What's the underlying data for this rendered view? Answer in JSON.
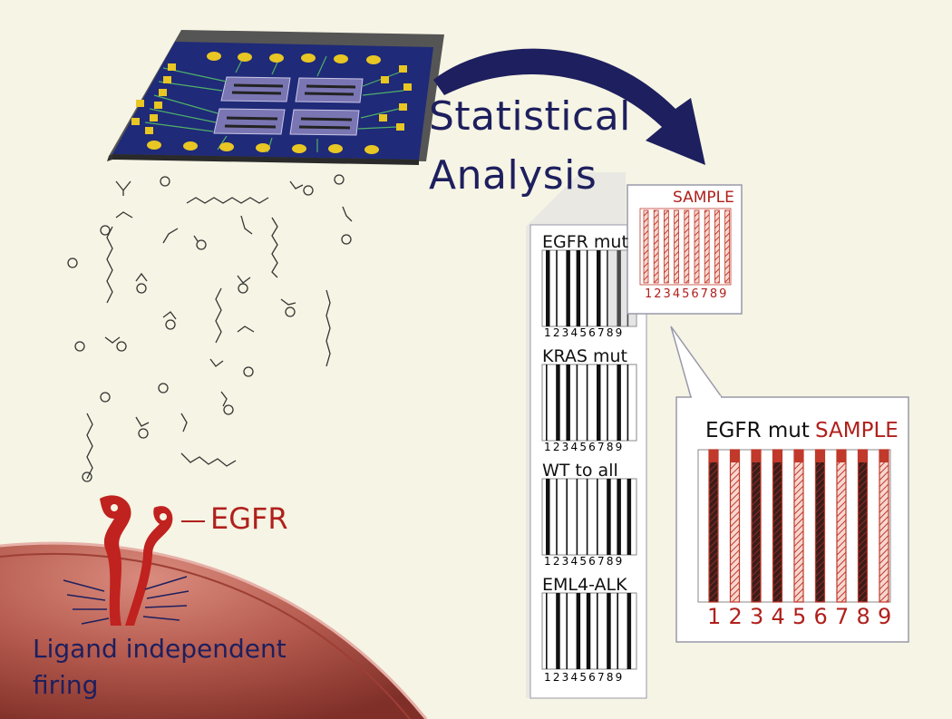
{
  "header": {
    "analysis_line1": "Statistical",
    "analysis_line2": "Analysis"
  },
  "receptor": {
    "label": "EGFR",
    "cell_caption_line1": "Ligand independent",
    "cell_caption_line2": "firing"
  },
  "sample_barcode": {
    "title": "SAMPLE",
    "numbers": "123456789",
    "color": "#c0392b"
  },
  "reference_barcodes": [
    {
      "label": "EGFR mut",
      "numbers": "123456789",
      "bars": [
        1,
        0,
        1,
        1,
        0,
        1,
        0,
        1,
        0
      ]
    },
    {
      "label": "KRAS mut",
      "numbers": "123456789",
      "bars": [
        0,
        1,
        1,
        0,
        0,
        1,
        0,
        1,
        0
      ]
    },
    {
      "label": "WT to all",
      "numbers": "123456789",
      "bars": [
        1,
        0,
        0,
        0,
        0,
        0,
        1,
        1,
        1
      ]
    },
    {
      "label": "EML4-ALK",
      "numbers": "123456789",
      "bars": [
        0,
        1,
        0,
        1,
        1,
        0,
        1,
        0,
        1
      ]
    }
  ],
  "comparison": {
    "label_reference": "EGFR mut",
    "label_sample": "SAMPLE",
    "numbers": [
      "1",
      "2",
      "3",
      "4",
      "5",
      "6",
      "7",
      "8",
      "9"
    ]
  },
  "colors": {
    "background": "#f6f4e4",
    "navy": "#1d1f5e",
    "red": "#b0201c",
    "chip": "#1f2a78",
    "gold": "#e8c624",
    "cell": "#b5574c"
  }
}
